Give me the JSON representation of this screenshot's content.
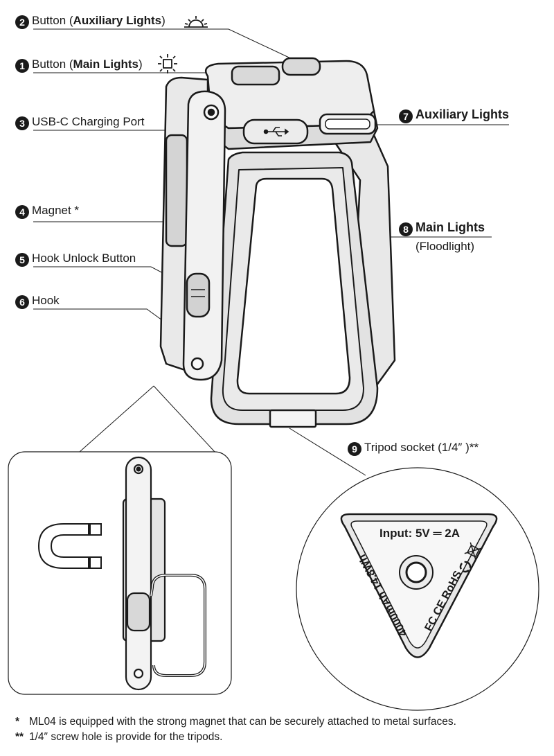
{
  "labels": [
    {
      "num": "2",
      "pre": "Button (",
      "bold": "Auxiliary Lights",
      "post": ")"
    },
    {
      "num": "1",
      "pre": "Button (",
      "bold": "Main Lights",
      "post": ")"
    },
    {
      "num": "3",
      "pre": "USB-C Charging Port",
      "bold": "",
      "post": ""
    },
    {
      "num": "4",
      "pre": "Magnet",
      "bold": "",
      "post": " *"
    },
    {
      "num": "5",
      "pre": "Hook Unlock Button",
      "bold": "",
      "post": ""
    },
    {
      "num": "6",
      "pre": "Hook",
      "bold": "",
      "post": ""
    },
    {
      "num": "7",
      "pre": "",
      "bold": "Auxiliary Lights",
      "post": ""
    },
    {
      "num": "8",
      "pre": "",
      "bold": "Main Lights",
      "post": ""
    },
    {
      "num": "9",
      "pre": "Tripod socket (1/4″ )**",
      "bold": "",
      "post": ""
    }
  ],
  "main_lights_sub": "(Floodlight)",
  "plate": {
    "input": "Input: 5V ═ 2A",
    "capacity": "4000mAh 14.8Wh",
    "marks": "FC CE RoHS"
  },
  "notes": [
    {
      "star": "*",
      "text": "ML04 is equipped with the strong magnet that can be securely attached to metal surfaces."
    },
    {
      "star": "**",
      "text": "1/4″ screw hole is provide for the tripods."
    }
  ],
  "colors": {
    "ink": "#1a1a1a",
    "housing": "#e6e6e6",
    "panel": "#ffffff"
  },
  "icons": [
    "sun-half-icon",
    "sun-icon",
    "usb-icon",
    "magnet-icon",
    "recycle-icon",
    "bin-icon"
  ]
}
